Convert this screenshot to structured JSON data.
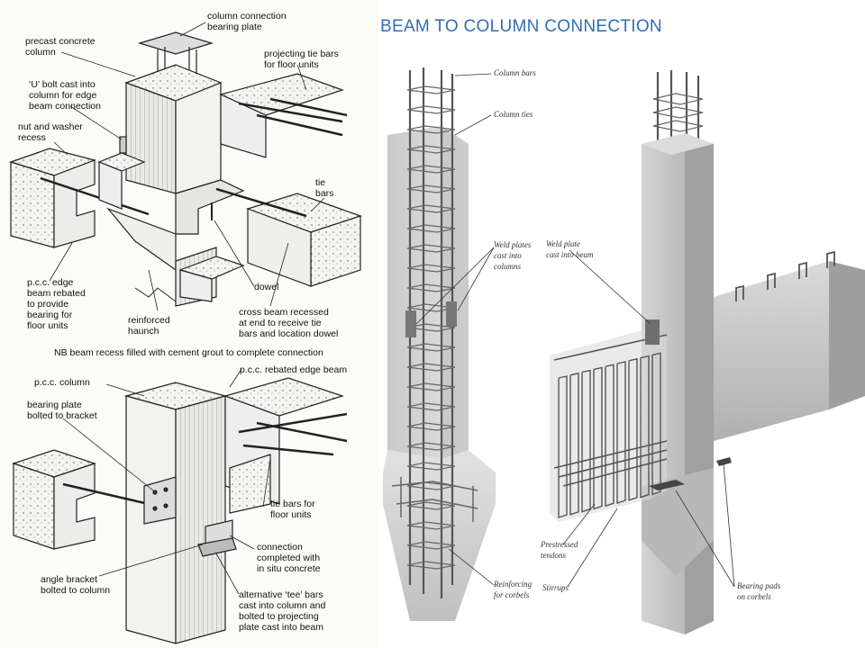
{
  "left_diagram": {
    "top_labels": {
      "column_connection_bearing_plate": [
        "column connection",
        "bearing plate"
      ],
      "precast_concrete_column": [
        "precast concrete",
        "column"
      ],
      "projecting_tie_bars": [
        "projecting tie bars",
        "for floor units"
      ],
      "u_bolt": [
        "‘U’ bolt cast into",
        "column for edge",
        "beam connection"
      ],
      "nut_and_washer": [
        "nut and washer",
        "recess"
      ],
      "tie_bars": [
        "tie",
        "bars"
      ],
      "pcc_edge_beam": [
        "p.c.c. edge",
        "beam rebated",
        "to provide",
        "bearing for",
        "floor units"
      ],
      "reinforced_haunch": [
        "reinforced",
        "haunch"
      ],
      "dowel": "dowel",
      "cross_beam": [
        "cross beam recessed",
        "at end to receive tie",
        "bars and location dowel"
      ],
      "note": "NB  beam recess filled with cement grout to complete connection"
    },
    "bottom_labels": {
      "pcc_column": "p.c.c. column",
      "pcc_rebated_edge_beam": "p.c.c. rebated edge beam",
      "bearing_plate_bolted": [
        "bearing plate",
        "bolted to bracket"
      ],
      "tie_bars_floor_units": [
        "tie bars for",
        "floor units"
      ],
      "connection_completed": [
        "connection",
        "completed with",
        "in situ concrete"
      ],
      "angle_bracket": [
        "angle bracket",
        "bolted to column"
      ],
      "alternative_tee_bars": [
        "alternative ‘tee’ bars",
        "cast into column and",
        "bolted to projecting",
        "plate cast into beam"
      ]
    }
  },
  "right_diagram": {
    "title": "BEAM TO COLUMN CONNECTION",
    "labels": {
      "column_bars": "Column bars",
      "column_ties": "Column ties",
      "weld_plates_columns": [
        "Weld plates",
        "cast into",
        "columns"
      ],
      "weld_plate_beam": [
        "Weld plate",
        "cast into beam"
      ],
      "prestressed_tendons": [
        "Prestressed",
        "tendons"
      ],
      "stirrups": "Stirrups",
      "reinforcing_corbels": [
        "Reinforcing",
        "for corbels"
      ],
      "bearing_pads": [
        "Bearing pads",
        "on corbels"
      ]
    },
    "colors": {
      "title": "#2f6fb6",
      "concrete": "#c9c9c9",
      "concrete_dark": "#9a9a9a"
    }
  }
}
